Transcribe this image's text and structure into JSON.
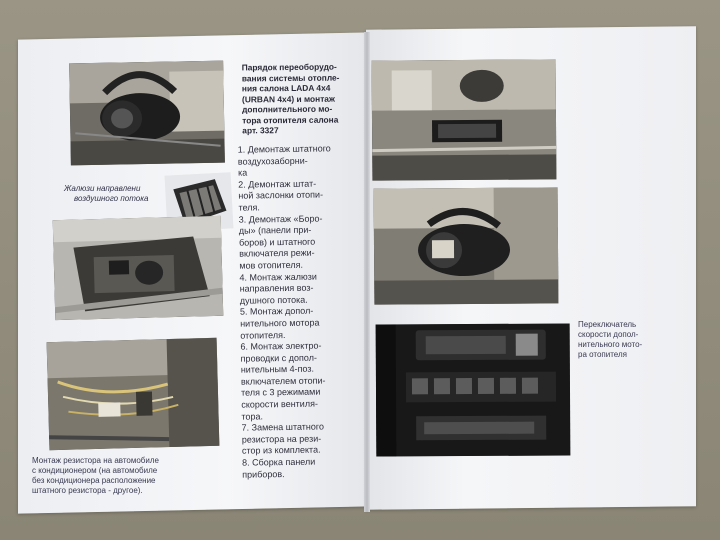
{
  "title_lines": [
    "Парядок переоборудо-",
    "вания системы отопле-",
    "ния салона LADA 4x4",
    "(URBAN 4x4) и монтаж",
    "дополнительного мо-",
    "тора отопителя салона",
    "арт. 3327"
  ],
  "steps": [
    "1. Демонтаж штатного",
    "воздухозаборни-",
    "ка",
    "2. Демонтаж штат-",
    "ной заслонки отопи-",
    "теля.",
    "3. Демонтаж «Боро-",
    "ды» (панели при-",
    "боров) и штатного",
    "включателя режи-",
    "мов отопителя.",
    "4. Монтаж жалюзи",
    "направления воз-",
    "душного  потока.",
    "5. Монтаж допол-",
    "нительного мотора",
    "отопителя.",
    "6. Монтаж электро-",
    "проводки с допол-",
    "нительным 4-поз.",
    "включателем отопи-",
    "теля с 3 режимами",
    "скорости вентиля-",
    "тора.",
    "7. Замена штатного",
    "резистора на рези-",
    "стор из комплекта.",
    "8. Сборка панели",
    "приборов."
  ],
  "caption_louvers": [
    "Жалюзи направлени",
    "воздушного  потока"
  ],
  "caption_resistor": [
    "Монтаж резистора на автомобиле",
    "с кондиционером (на автомобиле",
    "без кондиционера расположение",
    "штатного резистора - другое)."
  ],
  "caption_switch": [
    "Переключатель",
    "скорости допол-",
    "нительного мото-",
    "ра отопителя"
  ]
}
